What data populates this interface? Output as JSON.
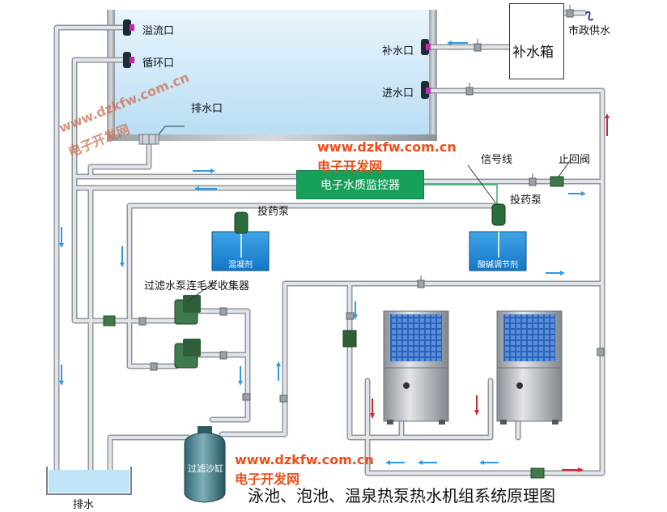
{
  "labels": {
    "overflow_port": "溢流口",
    "circulation_port": "循环口",
    "drain_port": "排水口",
    "makeup_port": "补水口",
    "inlet_port": "进水口",
    "makeup_tank": "补水箱",
    "municipal_water": "市政供水",
    "signal_line": "信号线",
    "check_valve": "止回阀",
    "dosing_pump_1": "投药泵",
    "dosing_pump_2": "投药泵",
    "monitor": "电子水质监控器",
    "coagulant": "混凝剂",
    "ph_agent": "酸碱调节剂",
    "filter_pump": "过滤水泵连毛发收集器",
    "sand_filter": "过滤沙缸",
    "drain": "排水"
  },
  "watermarks": {
    "url": "www.dzkfw.com.cn",
    "name": "电子开发网"
  },
  "title": "泳池、泡池、温泉热泵热水机组系统原理图",
  "colors": {
    "pipe": "#d9dde2",
    "pipe_edge": "#8f969e",
    "water": "#bfe0f5",
    "flow_arrow": "#2f9ae0",
    "hot_arrow": "#d9262c",
    "monitor": "#17a05a",
    "watermark": "#ef4d19"
  }
}
